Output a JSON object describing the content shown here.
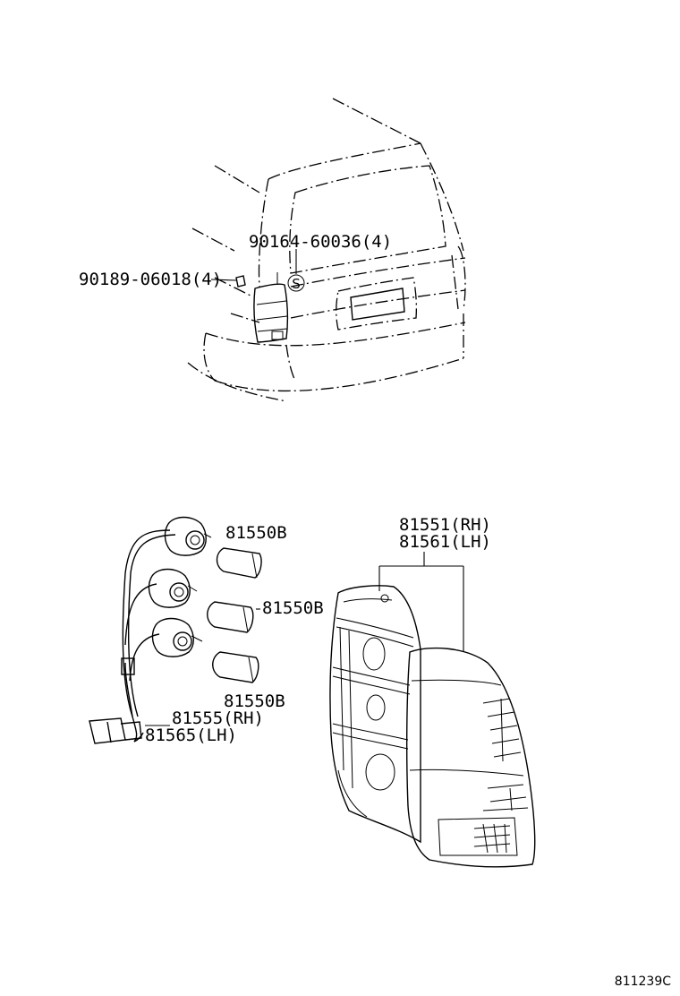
{
  "diagram_code": "811239C",
  "callouts": {
    "screw": "90164-60036(4)",
    "screw_symbol": "S",
    "clip": "90189-06018(4)",
    "bulb_top": "81550B",
    "bulb_middle": "81550B",
    "bulb_bottom": "81550B",
    "socket_rh": "81555(RH)",
    "socket_lh": "81565(LH)",
    "lamp_rh": "81551(RH)",
    "lamp_lh": "81561(LH)"
  }
}
